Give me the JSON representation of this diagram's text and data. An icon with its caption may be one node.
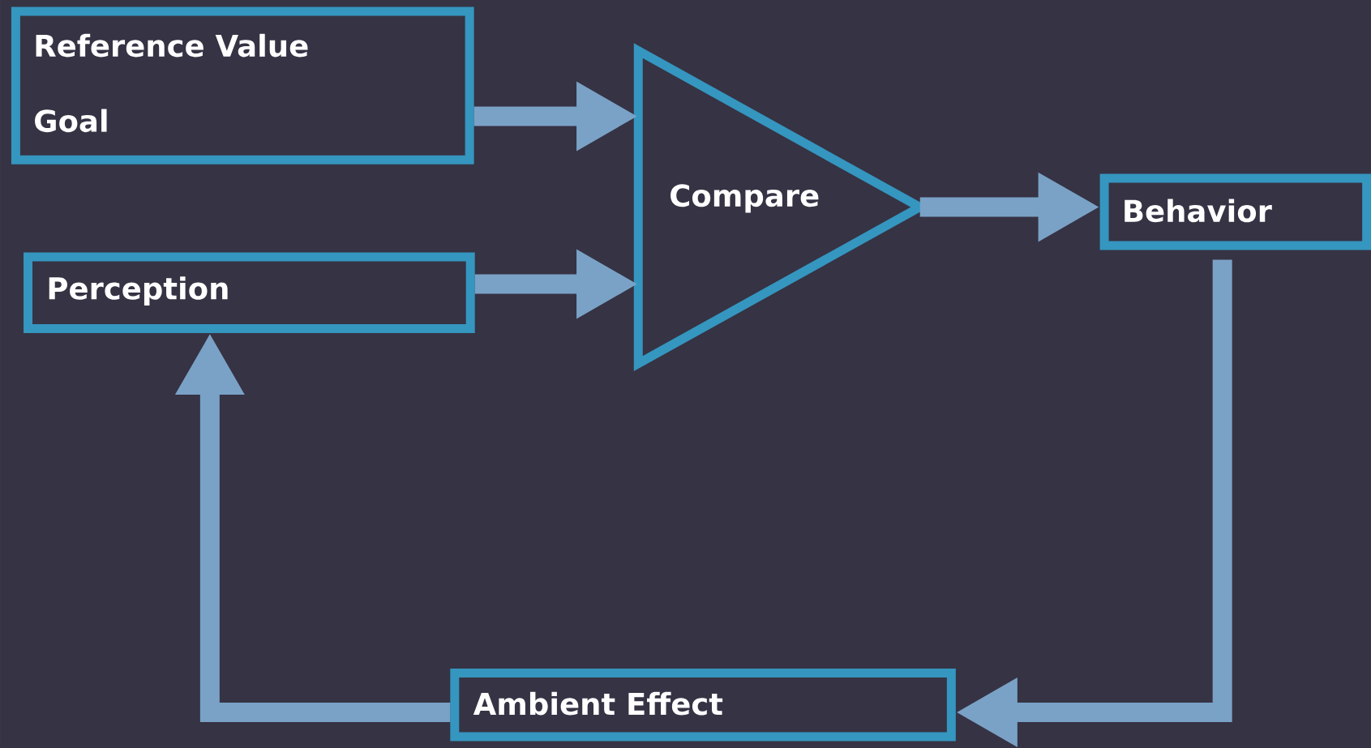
{
  "diagram": {
    "nodes": [
      {
        "text": [
          "Reference Value",
          "Goal"
        ]
      },
      {
        "text": [
          "Perception"
        ]
      },
      {
        "text": [
          "Compare"
        ]
      },
      {
        "text": [
          "Behavior"
        ]
      },
      {
        "text": [
          "Ambient Effect"
        ]
      }
    ],
    "edges": [
      {
        "from": 0,
        "to": 2,
        "arrow": "to"
      },
      {
        "from": 1,
        "to": 2,
        "arrow": "to"
      },
      {
        "from": 2,
        "to": 3,
        "arrow": "to"
      },
      {
        "from": 3,
        "to": 4,
        "arrow": "to"
      },
      {
        "from": 4,
        "to": 1,
        "arrow": "to"
      }
    ]
  }
}
